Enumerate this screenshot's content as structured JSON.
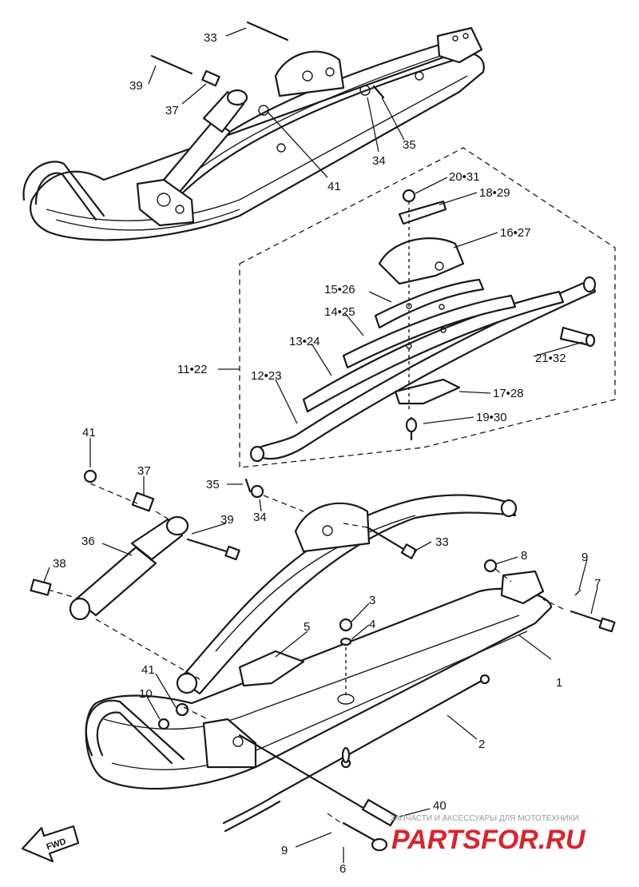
{
  "diagram": {
    "callouts": {
      "c1": "1",
      "c2": "2",
      "c3": "3",
      "c4": "4",
      "c5": "5",
      "c6": "6",
      "c7": "7",
      "c8": "8",
      "c9a": "9",
      "c9b": "9",
      "c10": "10",
      "c11_22": "11•22",
      "c12_23": "12•23",
      "c13_24": "13•24",
      "c14_25": "14•25",
      "c15_26": "15•26",
      "c16_27": "16•27",
      "c17_28": "17•28",
      "c18_29": "18•29",
      "c19_30": "19•30",
      "c20_31": "20•31",
      "c21_32": "21•32",
      "c33a": "33",
      "c33b": "33",
      "c34a": "34",
      "c34b": "34",
      "c35a": "35",
      "c35b": "35",
      "c36": "36",
      "c37a": "37",
      "c37b": "37",
      "c38": "38",
      "c39a": "39",
      "c39b": "39",
      "c40": "40",
      "c41a": "41",
      "c41b": "41",
      "c41c": "41"
    },
    "fwd_label": "FWD",
    "watermark": {
      "caption": "ЗАПЧАСТИ И АКСЕССУАРЫ ДЛЯ МОТОТЕХНИКИ",
      "logo": "PARTSFOR.RU"
    }
  },
  "colors": {
    "line": "#1a1a1a",
    "watermark_red": "#d9242c",
    "watermark_gray": "#9a9a9a"
  }
}
